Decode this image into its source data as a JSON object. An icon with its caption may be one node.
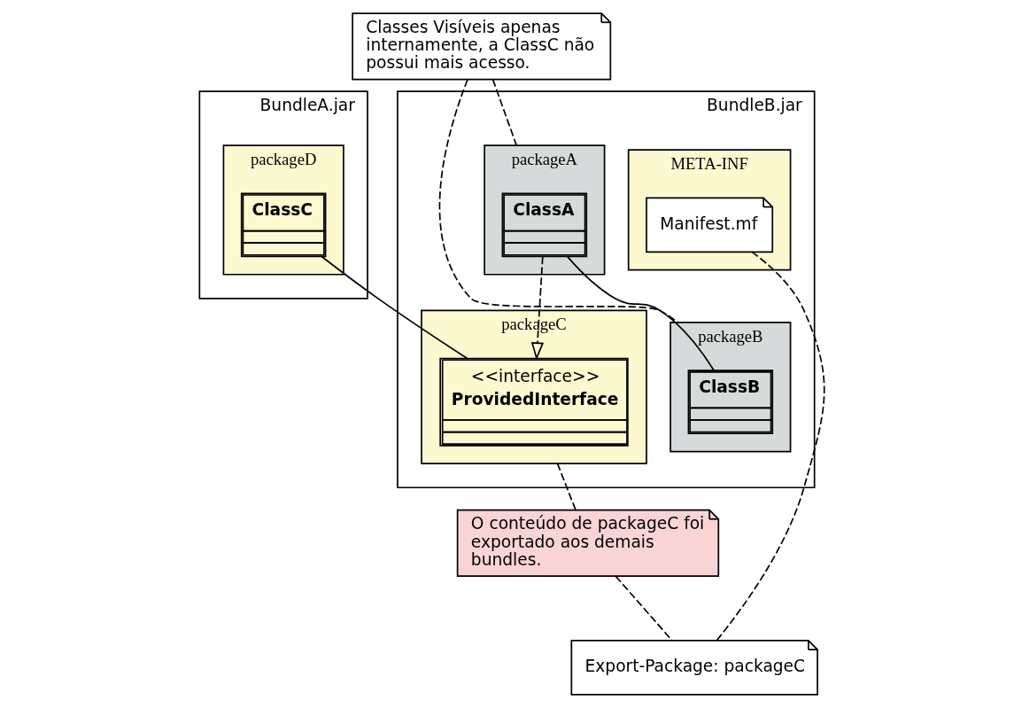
{
  "diagram": {
    "nodes": [
      {
        "text": [
          "BundleA.jar"
        ]
      },
      {
        "text": [
          "packageD"
        ],
        "in": 0
      },
      {
        "text": [
          "ClassC"
        ],
        "in": 1
      },
      {
        "text": [
          "Classes Visíveis apenas internamente, a ClassC não possui mais acesso."
        ]
      },
      {
        "text": [
          "BundleB.jar"
        ]
      },
      {
        "text": [
          "packageC"
        ],
        "in": 4
      },
      {
        "text": [
          "<<interface>>",
          "ProvidedInterface"
        ],
        "in": 5
      },
      {
        "text": [
          "packageA"
        ],
        "in": 4
      },
      {
        "text": [
          "ClassA"
        ],
        "in": 7
      },
      {
        "text": [
          "packageB"
        ],
        "in": 4
      },
      {
        "text": [
          "ClassB"
        ],
        "in": 9
      },
      {
        "text": [
          "META-INF"
        ],
        "in": 4
      },
      {
        "text": [
          "Manifest.mf"
        ],
        "in": 11
      },
      {
        "text": [
          "O conteúdo de packageC foi exportado aos demais bundles."
        ]
      },
      {
        "text": [
          "Export-Package: packageC"
        ]
      }
    ],
    "edges": [
      {
        "from": 2,
        "to": 6,
        "arrow": "none"
      },
      {
        "from": 8,
        "to": 6,
        "arrow": "to",
        "style": "dashed"
      },
      {
        "from": 8,
        "to": 10,
        "arrow": "none"
      },
      {
        "from": 3,
        "to": 7,
        "arrow": "none",
        "style": "dashed"
      },
      {
        "from": 3,
        "to": 9,
        "arrow": "none",
        "style": "dashed"
      },
      {
        "from": 5,
        "to": 13,
        "arrow": "none",
        "style": "dashed"
      },
      {
        "from": 13,
        "to": 14,
        "arrow": "none",
        "style": "dashed"
      },
      {
        "from": 12,
        "to": 14,
        "arrow": "none",
        "style": "dashed"
      }
    ]
  }
}
